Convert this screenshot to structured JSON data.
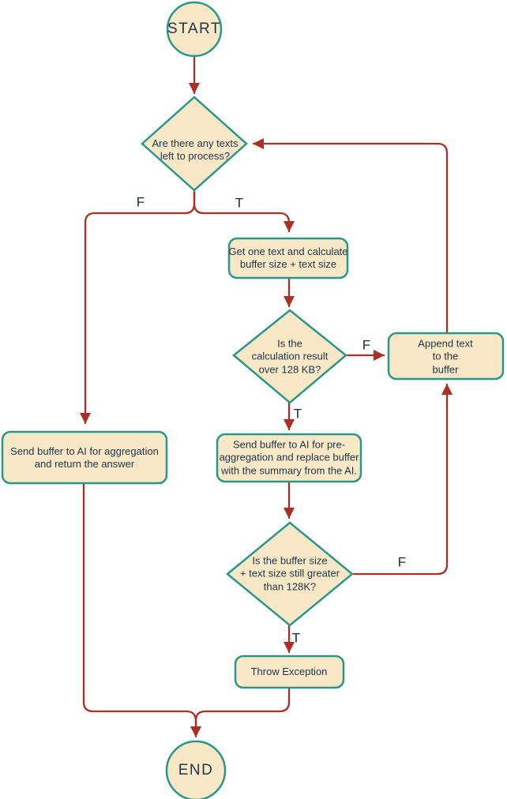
{
  "diagram": {
    "type": "flowchart",
    "colors": {
      "node_fill": "#f8e8c6",
      "node_border": "#2b968b",
      "connector": "#ac2f26",
      "text": "#1e3448",
      "background": "#ffffff"
    },
    "nodes": {
      "start": {
        "type": "terminator",
        "label": "START"
      },
      "decision_texts_left": {
        "type": "decision",
        "label": [
          "Are there any texts",
          "left to process?"
        ]
      },
      "process_get_text": {
        "type": "process",
        "label": [
          "Get one text and calculate",
          "buffer size + text size"
        ]
      },
      "decision_over_128kb": {
        "type": "decision",
        "label": [
          "Is the",
          "calculation result",
          "over 128 KB?"
        ]
      },
      "process_append": {
        "type": "process",
        "label": [
          "Append text to the",
          "buffer"
        ]
      },
      "process_pre_aggregate": {
        "type": "process",
        "label": [
          "Send buffer to AI for pre-",
          "aggregation and replace buffer",
          "with the summary from the AI."
        ]
      },
      "process_aggregate": {
        "type": "process",
        "label": [
          "Send buffer to AI for aggregation",
          "and return the answer"
        ]
      },
      "decision_still_greater": {
        "type": "decision",
        "label": [
          "Is the buffer size",
          "+ text size still greater",
          "than 128K?"
        ]
      },
      "process_throw": {
        "type": "process",
        "label": "Throw Exception"
      },
      "end": {
        "type": "terminator",
        "label": "END"
      }
    },
    "edge_labels": {
      "texts_left_false": "F",
      "texts_left_true": "T",
      "over_128kb_false": "F",
      "over_128kb_true": "T",
      "still_greater_false": "F",
      "still_greater_true": "T"
    }
  }
}
